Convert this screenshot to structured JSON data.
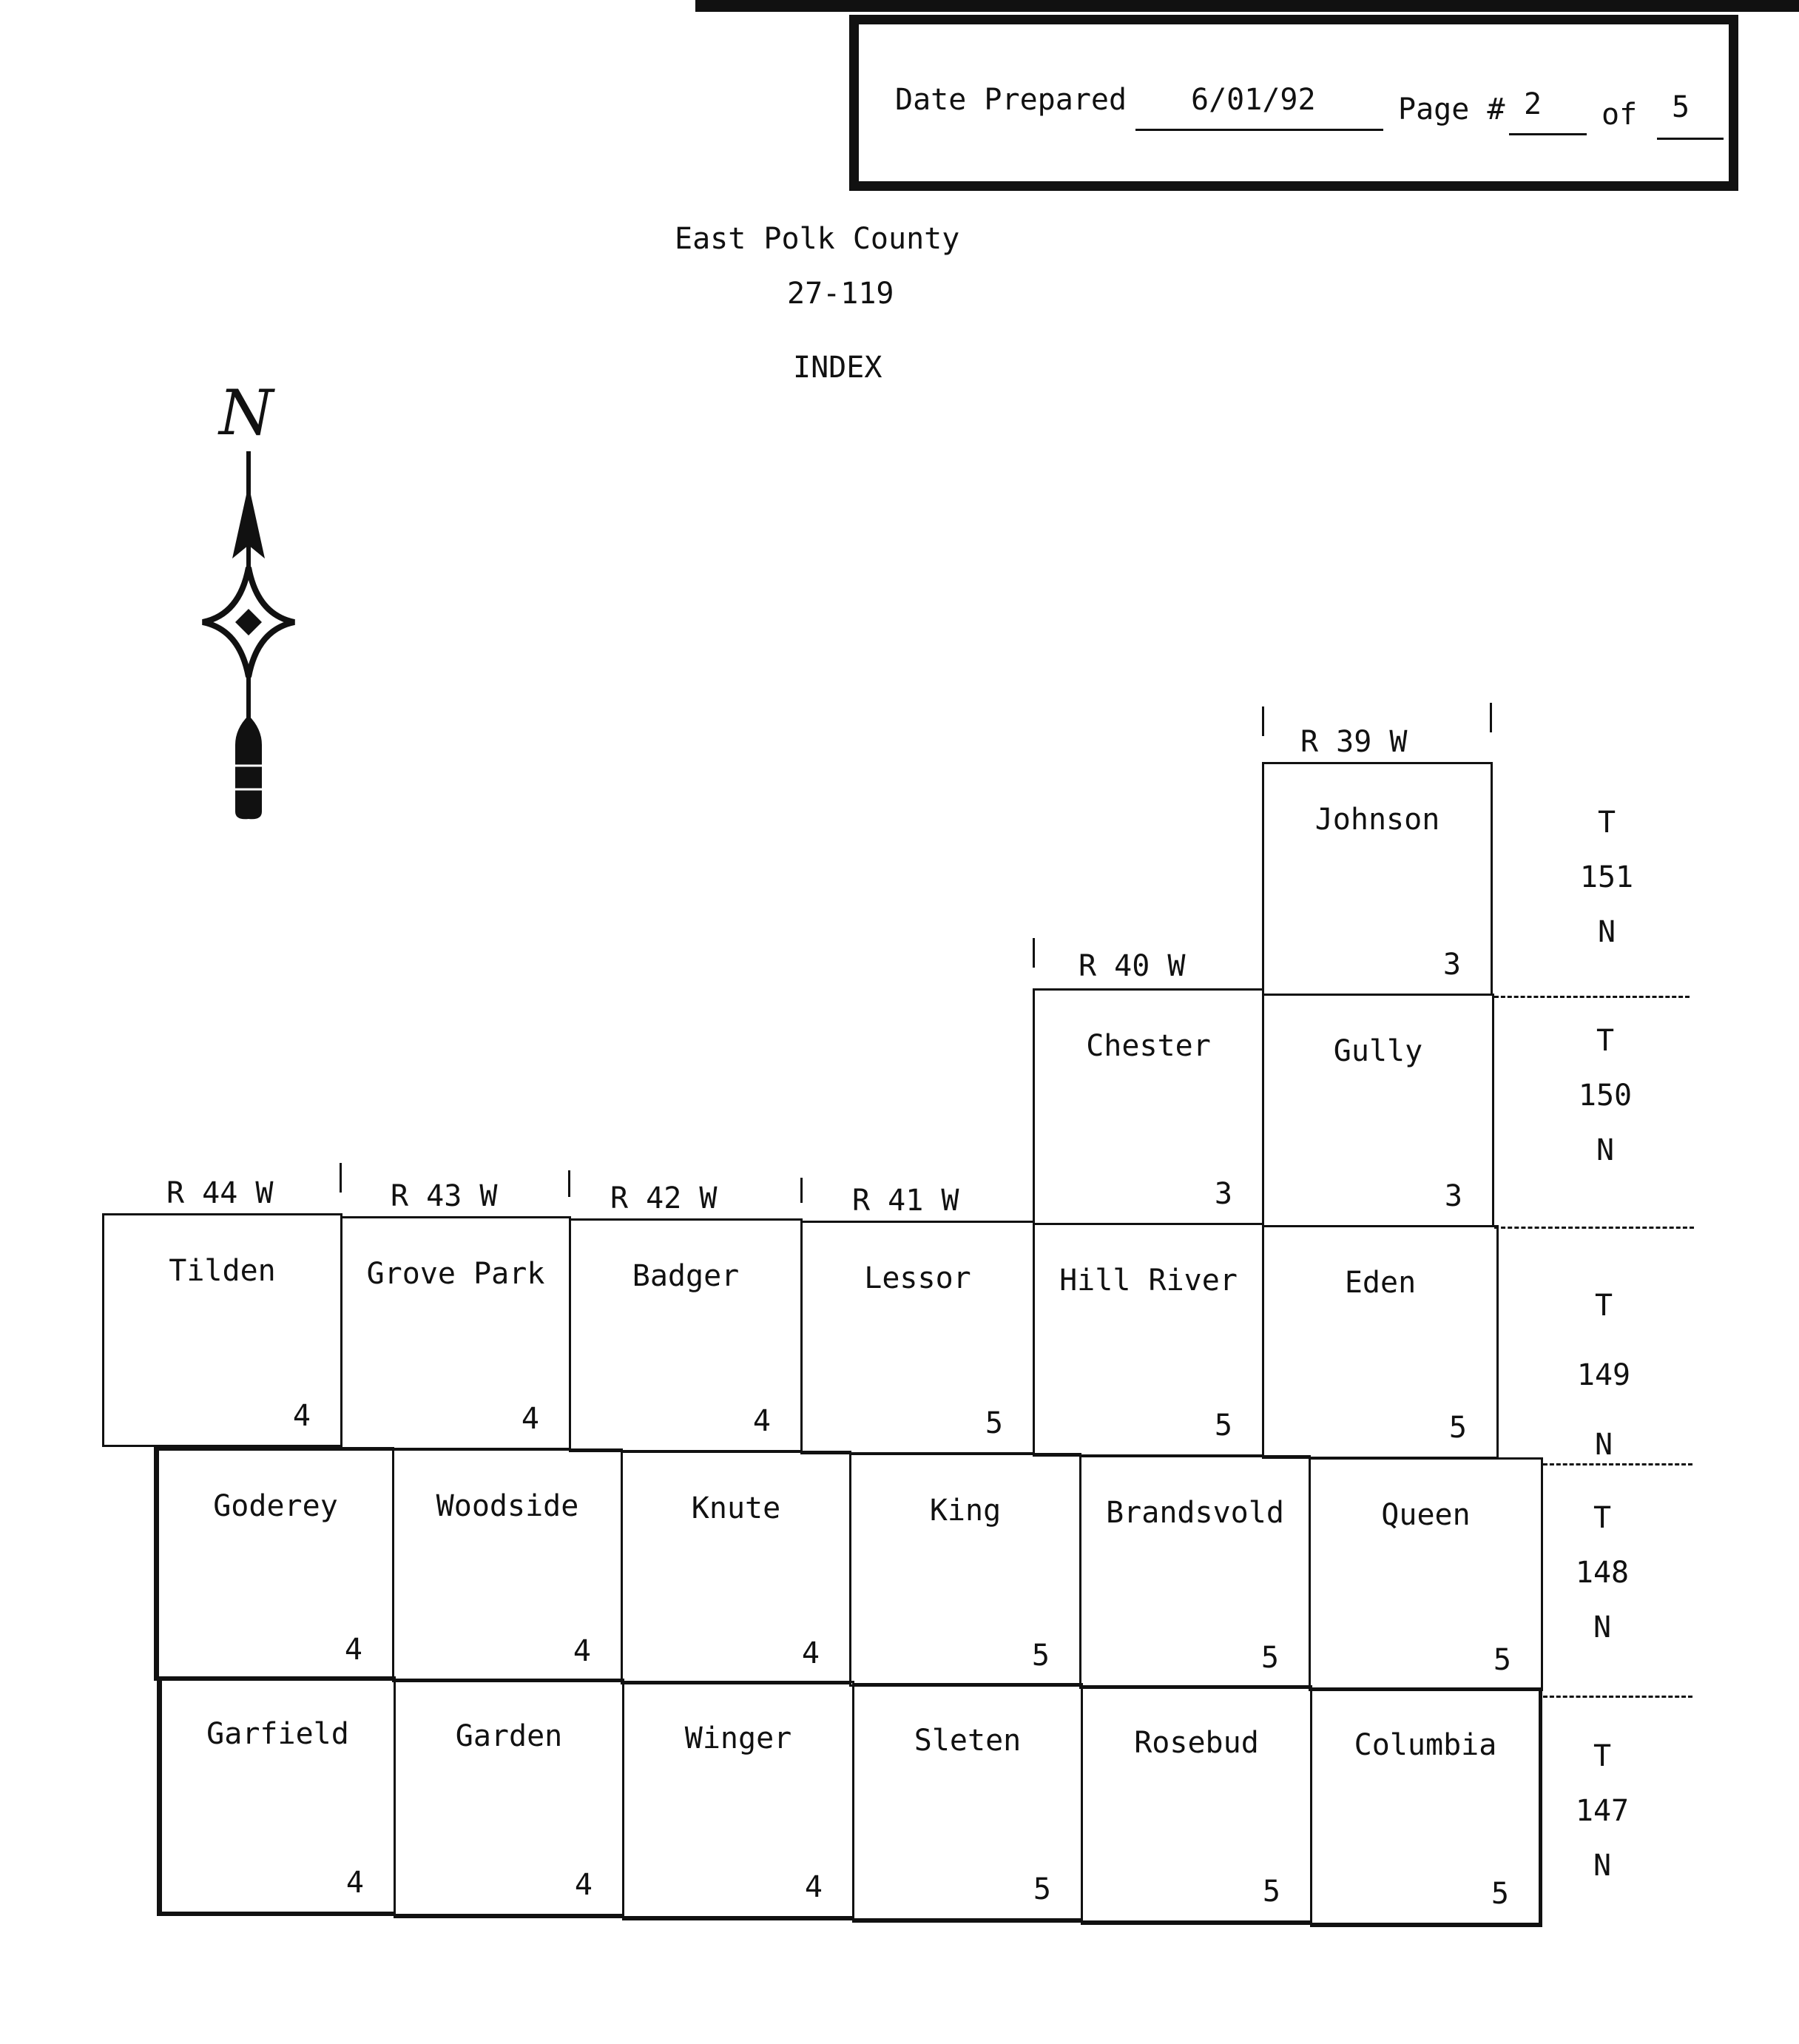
{
  "header": {
    "date_label": "Date Prepared",
    "date_value": "6/01/92",
    "page_label": "Page #",
    "page_value": "2",
    "of_label": "of",
    "of_value": "5"
  },
  "title": {
    "county": "East Polk County",
    "code": "27-119",
    "index": "INDEX"
  },
  "compass": {
    "label": "N",
    "icon": "north-arrow-icon"
  },
  "ranges": [
    "R 44 W",
    "R 43 W",
    "R 42 W",
    "R 41 W",
    "R 40 W",
    "R 39 W"
  ],
  "townships": [
    {
      "t": "T",
      "num": "151",
      "n": "N"
    },
    {
      "t": "T",
      "num": "150",
      "n": "N"
    },
    {
      "t": "T",
      "num": "149",
      "n": "N"
    },
    {
      "t": "T",
      "num": "148",
      "n": "N"
    },
    {
      "t": "T",
      "num": "147",
      "n": "N"
    }
  ],
  "cells": [
    {
      "name": "Johnson",
      "sheet": "3"
    },
    {
      "name": "Chester",
      "sheet": "3"
    },
    {
      "name": "Gully",
      "sheet": "3"
    },
    {
      "name": "Tilden",
      "sheet": "4"
    },
    {
      "name": "Grove Park",
      "sheet": "4"
    },
    {
      "name": "Badger",
      "sheet": "4"
    },
    {
      "name": "Lessor",
      "sheet": "5"
    },
    {
      "name": "Hill River",
      "sheet": "5"
    },
    {
      "name": "Eden",
      "sheet": "5"
    },
    {
      "name": "Goderey",
      "sheet": "4"
    },
    {
      "name": "Woodside",
      "sheet": "4"
    },
    {
      "name": "Knute",
      "sheet": "4"
    },
    {
      "name": "King",
      "sheet": "5"
    },
    {
      "name": "Brandsvold",
      "sheet": "5"
    },
    {
      "name": "Queen",
      "sheet": "5"
    },
    {
      "name": "Garfield",
      "sheet": "4"
    },
    {
      "name": "Garden",
      "sheet": "4"
    },
    {
      "name": "Winger",
      "sheet": "4"
    },
    {
      "name": "Sleten",
      "sheet": "5"
    },
    {
      "name": "Rosebud",
      "sheet": "5"
    },
    {
      "name": "Columbia",
      "sheet": "5"
    }
  ]
}
